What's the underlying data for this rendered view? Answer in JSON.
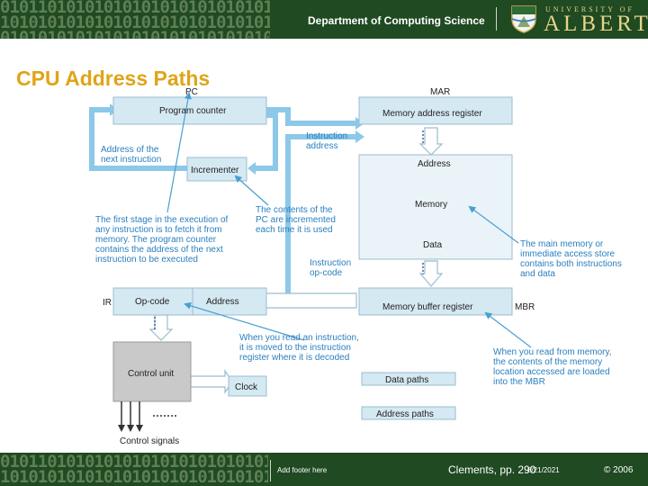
{
  "header": {
    "department": "Department of Computing Science",
    "logo_top": "UNIVERSITY OF",
    "logo_main": "ALBERTA",
    "binary_rows": [
      "0101101010101010101010101010101010101010101010101010101010101",
      "1010101010101010101010101010101010101010101010101010101010101",
      "0101010101010101010101010101011 01010101010101010101010101010"
    ]
  },
  "slide": {
    "title": "CPU Address Paths"
  },
  "diagram": {
    "labels": {
      "pc": "PC",
      "mar": "MAR",
      "ir": "IR",
      "mbr": "MBR",
      "program_counter": "Program counter",
      "memory_address_register": "Memory address register",
      "incrementer": "Incrementer",
      "address_of_next_1": "Address of the",
      "address_of_next_2": "next instruction",
      "instruction_address_1": "Instruction",
      "instruction_address_2": "address",
      "mem_address": "Address",
      "memory": "Memory",
      "mem_data": "Data",
      "instruction_opcode_1": "Instruction",
      "instruction_opcode_2": "op-code",
      "opcode": "Op-code",
      "ir_address": "Address",
      "memory_buffer_register": "Memory buffer register",
      "control_unit": "Control unit",
      "clock": "Clock",
      "control_signals": "Control signals",
      "data_paths": "Data paths",
      "address_paths": "Address paths"
    },
    "notes": {
      "first_stage": [
        "The first stage in the execution of",
        "any instruction is to fetch it from",
        "memory. The program counter",
        "contains the address of the next",
        "instruction to be executed"
      ],
      "pc_incremented": [
        "The contents of the",
        "PC are incremented",
        "each time it is used"
      ],
      "main_memory": [
        "The main memory or",
        "immediate access store",
        "contains both instructions",
        "and data"
      ],
      "read_instruction": [
        "When you read an instruction,",
        "it is moved to the instruction",
        "register where it is decoded"
      ],
      "read_memory": [
        "When you read from memory,",
        "the contents of the memory",
        "location accessed are loaded",
        "into the MBR"
      ]
    }
  },
  "footer": {
    "add_footer": "Add footer here",
    "citation": "Clements, pp. 290",
    "date": "8/21/2021",
    "copyright": "© 2006",
    "binary_rows": [
      "0101101010101010101010101010101010101010101010101010101010101",
      "1010101010101010101010101010101010101010101010101010101010101"
    ]
  },
  "colors": {
    "band": "#1f4a22",
    "title": "#e0a418",
    "register_fill": "#d5e9f3",
    "arrow_blue": "#6fb6dc",
    "control_unit": "#c9c9c9"
  }
}
